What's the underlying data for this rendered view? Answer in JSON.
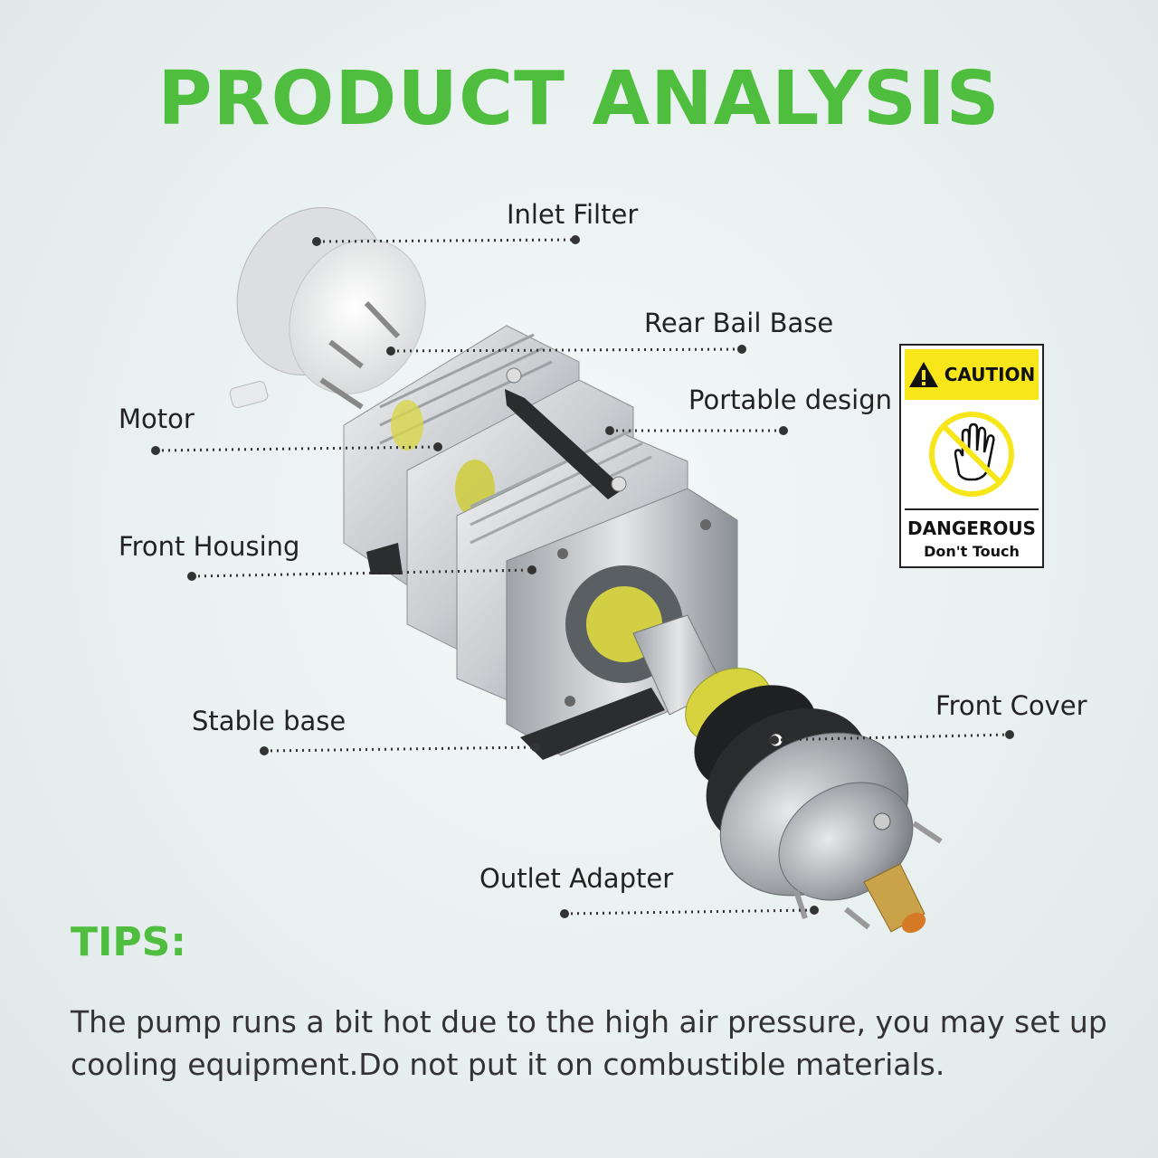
{
  "header": {
    "title": "PRODUCT ANALYSIS"
  },
  "labels": {
    "inlet_filter": "Inlet Filter",
    "rear_bail_base": "Rear Bail Base",
    "motor": "Motor",
    "portable_design": "Portable design",
    "front_housing": "Front Housing",
    "stable_base": "Stable base",
    "front_cover": "Front Cover",
    "outlet_adapter": "Outlet Adapter"
  },
  "caution_sign": {
    "heading": "CAUTION",
    "warning": "DANGEROUS",
    "subtext": "Don't Touch",
    "icon": "no-touch-hand-icon"
  },
  "tips": {
    "heading": "TIPS:",
    "text": "The pump runs a bit hot due to the high air pressure, you may set up cooling equipment.Do not put it on combustible materials."
  },
  "colors": {
    "accent_green": "#4fbe3f",
    "caution_yellow": "#f7e61a",
    "leader_line": "#333333"
  }
}
